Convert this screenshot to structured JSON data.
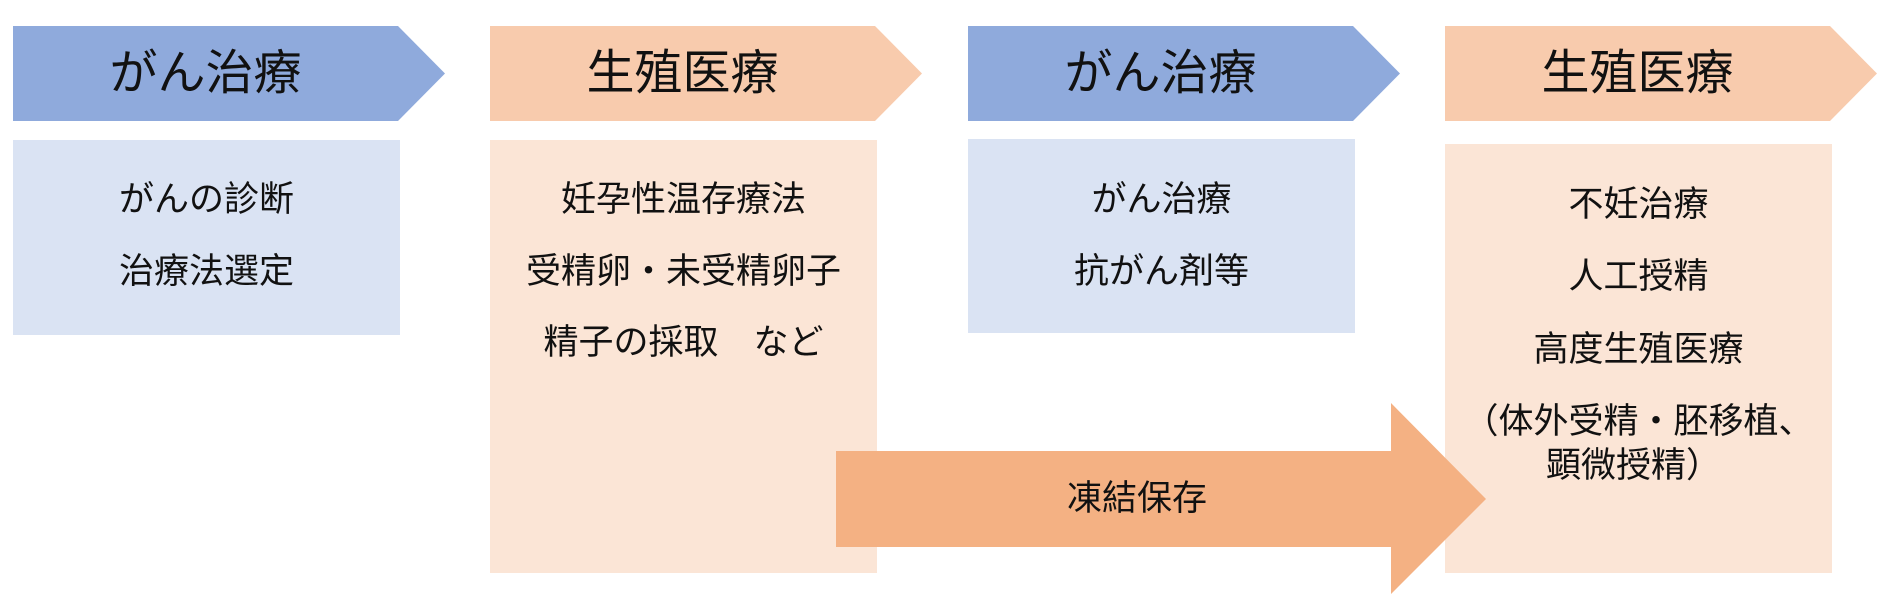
{
  "colors": {
    "cancer_header": "#8FAADC",
    "cancer_box": "#DAE3F3",
    "repro_header": "#F8CBAD",
    "repro_box": "#FBE5D6",
    "freeze_arrow": "#F4B183"
  },
  "stages": [
    {
      "header": "がん治療",
      "items": [
        "がんの診断",
        "治療法選定"
      ]
    },
    {
      "header": "生殖医療",
      "items": [
        "妊孕性温存療法",
        "受精卵・未受精卵子",
        "精子の採取　など"
      ]
    },
    {
      "header": "がん治療",
      "items": [
        "がん治療",
        "抗がん剤等"
      ]
    },
    {
      "header": "生殖医療",
      "items": [
        "不妊治療",
        "人工授精",
        "高度生殖医療",
        "（体外受精・胚移植、",
        "顕微授精）"
      ]
    }
  ],
  "freeze_arrow": {
    "label": "凍結保存"
  }
}
